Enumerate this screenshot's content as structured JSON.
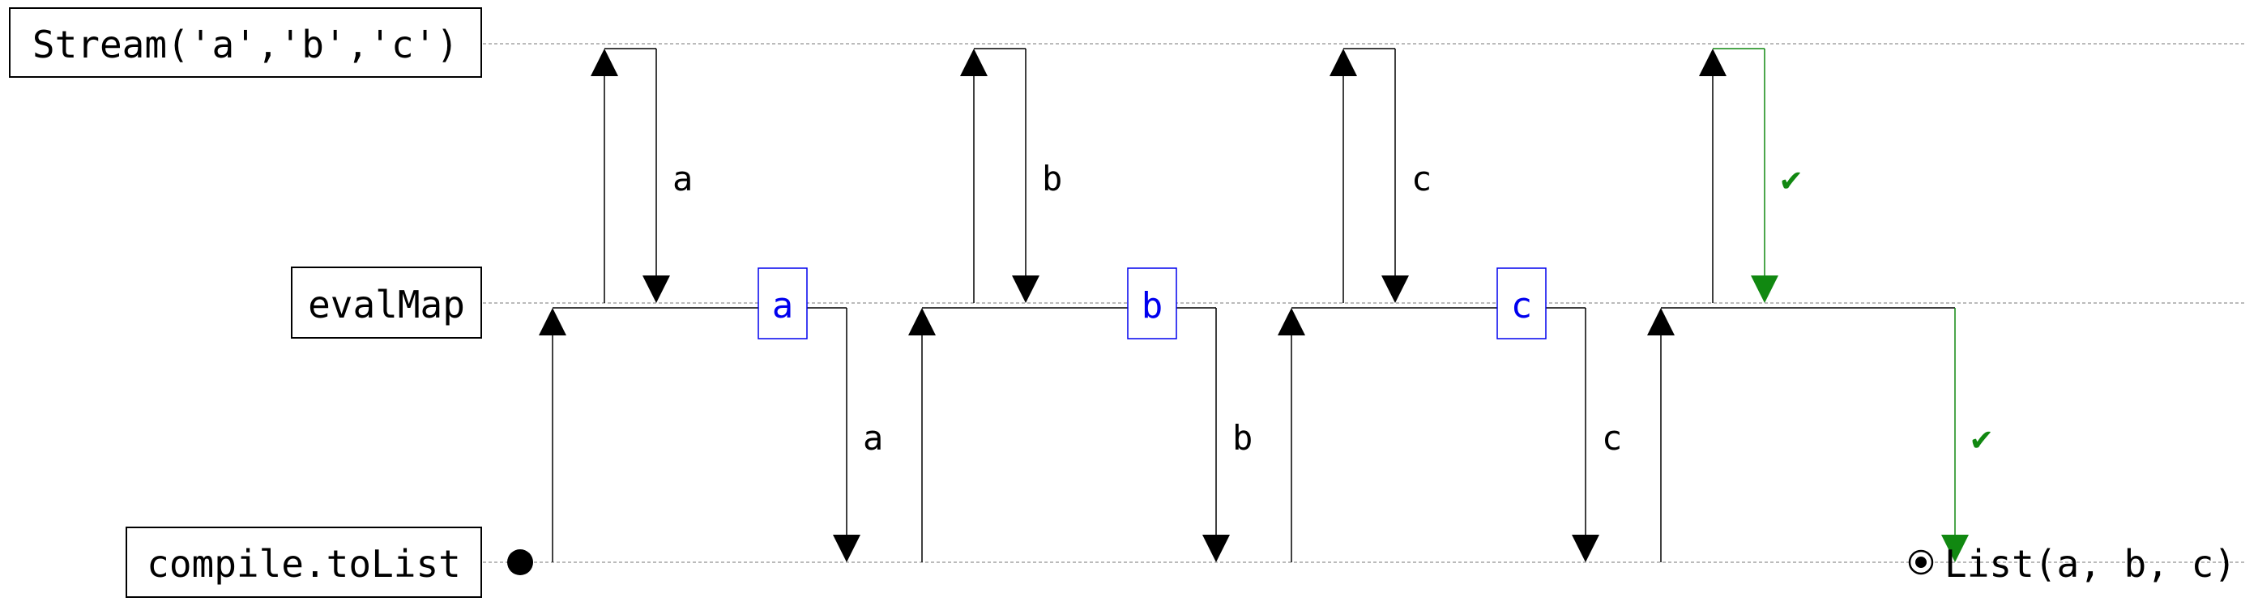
{
  "lanes": {
    "stream": "Stream('a','b','c')",
    "evalmap": "evalMap",
    "tolist": "compile.toList"
  },
  "cycles": [
    {
      "upstream_label": "a",
      "map_box": "a",
      "downstream_label": "a",
      "kind": "element"
    },
    {
      "upstream_label": "b",
      "map_box": "b",
      "downstream_label": "b",
      "kind": "element"
    },
    {
      "upstream_label": "c",
      "map_box": "c",
      "downstream_label": "c",
      "kind": "element"
    },
    {
      "upstream_label": "✔",
      "map_box": "",
      "downstream_label": "✔",
      "kind": "complete"
    }
  ],
  "result": "List(a, b, c)",
  "colors": {
    "line": "#000000",
    "guide": "#bbbbbb",
    "element_box": "#0000ee",
    "complete": "#118811"
  },
  "icons": {
    "start": "filled-circle-start-icon",
    "end": "circled-dot-end-icon"
  }
}
